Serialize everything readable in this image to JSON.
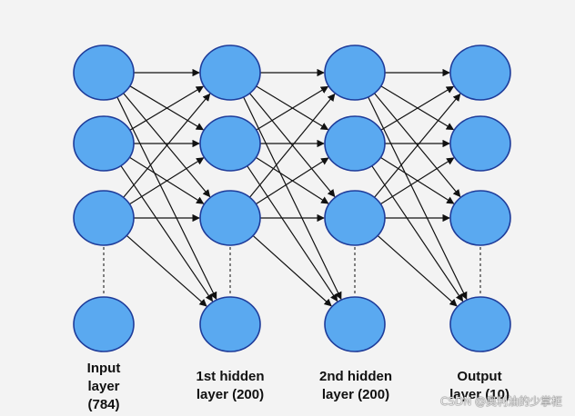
{
  "diagram": {
    "layers": [
      {
        "label": "Input\nlayer\n(784)"
      },
      {
        "label": "1st hidden\nlayer (200)"
      },
      {
        "label": "2nd hidden\nlayer (200)"
      },
      {
        "label": "Output\nlayer (10)"
      }
    ],
    "colors": {
      "node_fill": "#5aa9f0",
      "node_stroke": "#1e3c9a",
      "edge": "#111111",
      "dots": "#333333"
    }
  },
  "watermark": "CSDN @奥利油的少掌柜"
}
